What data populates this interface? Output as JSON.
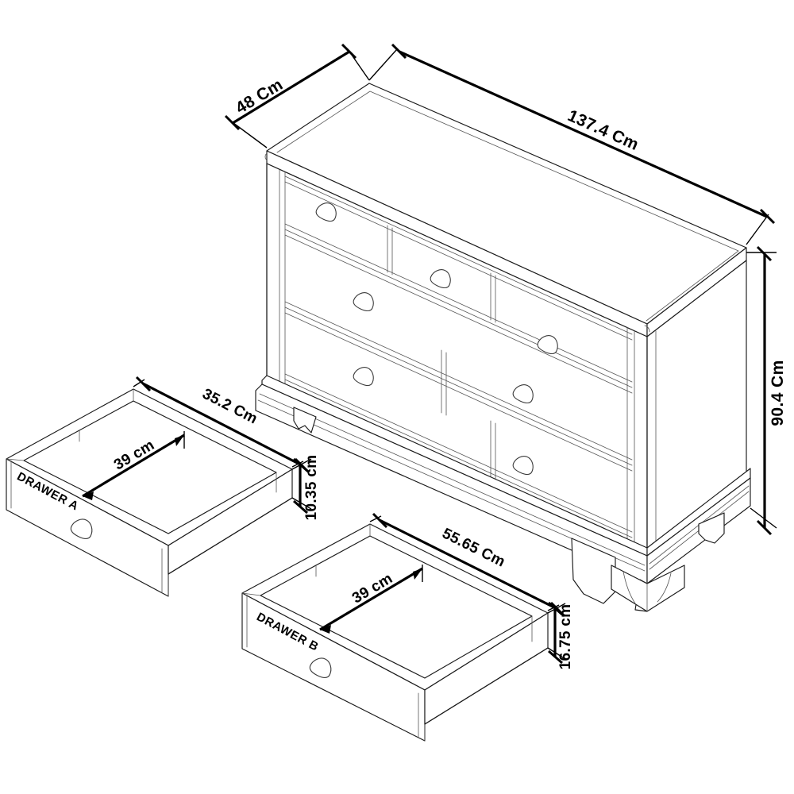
{
  "diagram": {
    "type": "technical-line-drawing",
    "subject": "6 drawer wide chest of drawers",
    "projection": "isometric",
    "background_color": "#ffffff",
    "line_color": "#1a1a1a",
    "text_color": "#000000"
  },
  "dimensions": {
    "depth": {
      "label": "48 Cm",
      "value": 48,
      "unit": "Cm",
      "axis": "depth"
    },
    "width": {
      "label": "137.4 Cm",
      "value": 137.4,
      "unit": "Cm",
      "axis": "width"
    },
    "height": {
      "label": "90.4 Cm",
      "value": 90.4,
      "unit": "Cm",
      "axis": "height"
    }
  },
  "drawer_a": {
    "name": "DRAWER A",
    "width": {
      "label": "35.2 Cm",
      "value": 35.2,
      "unit": "Cm"
    },
    "depth": {
      "label": "39 cm",
      "value": 39,
      "unit": "cm"
    },
    "height": {
      "label": "10.35 cm",
      "value": 10.35,
      "unit": "cm"
    }
  },
  "drawer_b": {
    "name": "DRAWER B",
    "width": {
      "label": "55.65 Cm",
      "value": 55.65,
      "unit": "Cm"
    },
    "depth": {
      "label": "39 cm",
      "value": 39,
      "unit": "cm"
    },
    "height": {
      "label": "16.75 cm",
      "value": 16.75,
      "unit": "cm"
    }
  },
  "chest": {
    "drawer_count": 6,
    "handle_style": "teardrop-pull",
    "foot_style": "bracket-foot"
  }
}
